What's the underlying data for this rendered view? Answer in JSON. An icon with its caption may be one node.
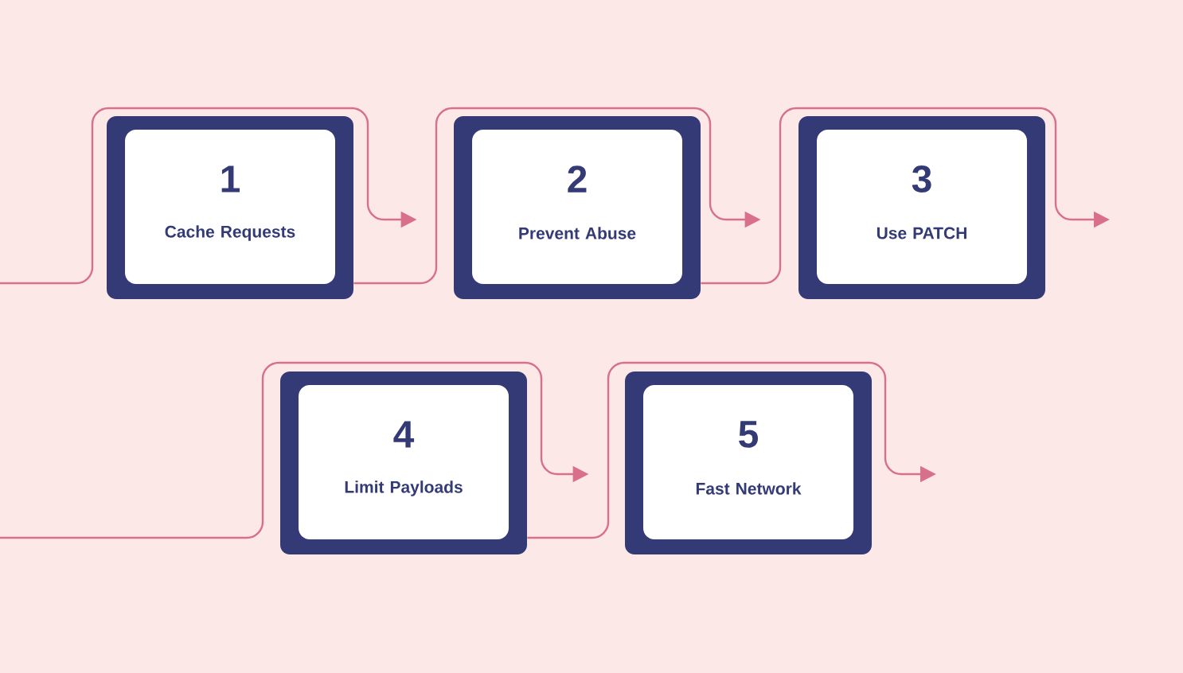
{
  "diagram": {
    "nodes": [
      {
        "text": [
          "1",
          "Cache Requests"
        ]
      },
      {
        "text": [
          "2",
          "Prevent Abuse"
        ]
      },
      {
        "text": [
          "3",
          "Use PATCH"
        ]
      },
      {
        "text": [
          "4",
          "Limit Payloads"
        ]
      },
      {
        "text": [
          "5",
          "Fast Network"
        ]
      }
    ],
    "edges": [
      {
        "from": null,
        "to": 1,
        "arrow": "to"
      },
      {
        "from": 0,
        "to": 2,
        "arrow": "to"
      },
      {
        "from": 1,
        "to": null,
        "arrow": "to"
      },
      {
        "from": null,
        "to": 4,
        "arrow": "to"
      },
      {
        "from": 3,
        "to": null,
        "arrow": "to"
      }
    ]
  }
}
